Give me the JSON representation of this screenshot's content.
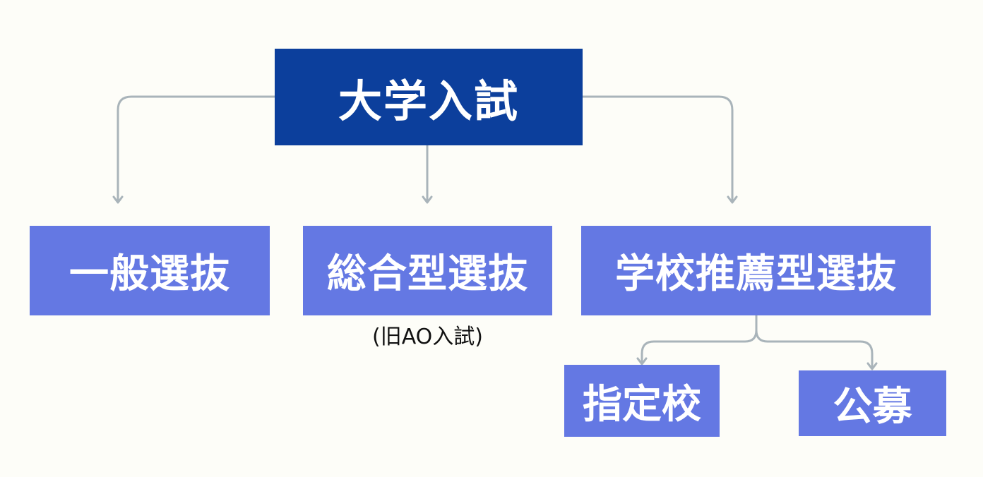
{
  "diagram": {
    "root": {
      "label": "大学入試"
    },
    "categories": [
      {
        "label": "一般選抜"
      },
      {
        "label": "総合型選抜",
        "note": "(旧AO入試)"
      },
      {
        "label": "学校推薦型選抜"
      }
    ],
    "subcategories": [
      {
        "label": "指定校"
      },
      {
        "label": "公募"
      }
    ]
  },
  "colors": {
    "background": "#fdfdf8",
    "root_fill": "#0c3f9c",
    "node_fill": "#6478e3",
    "connector": "#a9b4ba",
    "text": "#ffffff"
  }
}
